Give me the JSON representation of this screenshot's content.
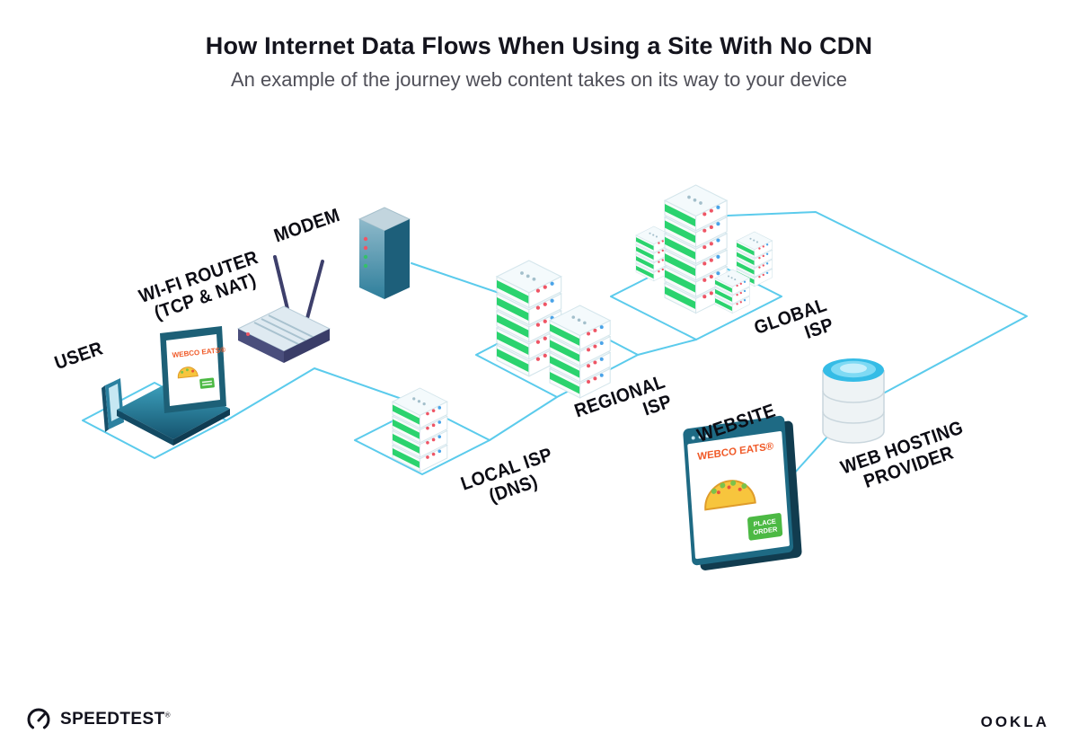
{
  "header": {
    "title": "How Internet Data Flows When Using a Site With No CDN",
    "subtitle": "An example of the journey web content takes on its way to your device"
  },
  "labels": {
    "user": "USER",
    "wifi_router": [
      "WI-FI ROUTER",
      "(TCP & NAT)"
    ],
    "modem": "MODEM",
    "local_isp": [
      "LOCAL ISP",
      "(DNS)"
    ],
    "regional_isp": [
      "REGIONAL",
      "ISP"
    ],
    "global_isp": [
      "GLOBAL",
      "ISP"
    ],
    "website": "WEBSITE",
    "web_hosting": [
      "WEB HOSTING",
      "PROVIDER"
    ]
  },
  "website_screen": {
    "brand": "WEBCO EATS®",
    "order_button": "PLACE ORDER"
  },
  "laptop_screen": {
    "brand": "WEBCO EATS®"
  },
  "footer": {
    "speedtest": "SPEEDTEST",
    "speedtest_mark": "®",
    "ookla": "OOKLA"
  },
  "colors": {
    "connection_line": "#5BCBEC",
    "server_green": "#2BD36E",
    "device_teal": "#1D6077",
    "brand_orange": "#F05A28",
    "button_green": "#4CB944",
    "text_dark": "#0C0C14"
  }
}
